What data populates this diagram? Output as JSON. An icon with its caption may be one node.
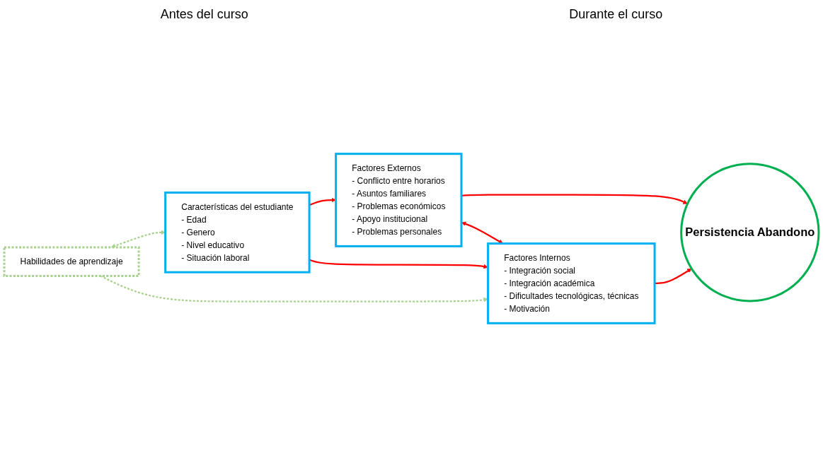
{
  "diagram": {
    "nodes": [
      {
        "text": [
          "Características del estudiante",
          "- Edad",
          "- Genero",
          "- Nivel educativo",
          "- Situación laboral"
        ]
      },
      {
        "text": [
          "Factores Externos",
          "- Conflicto entre horarios",
          "- Asuntos familiares",
          "- Problemas económicos",
          "- Apoyo institucional",
          "- Problemas personales"
        ]
      },
      {
        "text": [
          "Persistencia Abandono"
        ]
      },
      {
        "text": [
          "Factores Internos",
          "- Integración social",
          "- Integración académica",
          "- Dificultades tecnológicas, técnicas",
          "- Motivación"
        ]
      },
      {
        "text": [
          "Habilidades de aprendizaje"
        ]
      }
    ],
    "edges": [
      {
        "from": 0,
        "to": 1,
        "arrow": "to"
      },
      {
        "from": 0,
        "to": 3,
        "arrow": "to"
      },
      {
        "from": 1,
        "to": 2,
        "arrow": "to"
      },
      {
        "from": 1,
        "to": 3,
        "arrow": "both"
      },
      {
        "from": 3,
        "to": 2,
        "arrow": "to"
      },
      {
        "from": 4,
        "to": 0,
        "arrow": "both",
        "style": "dashed",
        "color": "#a9d18e"
      },
      {
        "from": 4,
        "to": 3,
        "arrow": "to",
        "style": "dashed",
        "color": "#a9d18e"
      }
    ],
    "labels": [
      "Antes del curso",
      "Durante el curso"
    ]
  }
}
